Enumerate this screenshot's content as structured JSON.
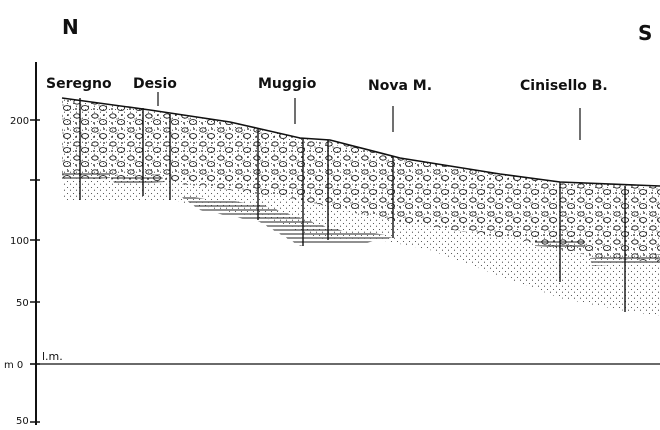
{
  "directions": {
    "north": "N",
    "south": "S"
  },
  "towns": [
    {
      "key": "seregno",
      "label": "Seregno"
    },
    {
      "key": "desio",
      "label": "Desio"
    },
    {
      "key": "muggio",
      "label": "Muggio"
    },
    {
      "key": "nova",
      "label": "Nova M."
    },
    {
      "key": "cinisello",
      "label": "Cinisello B."
    }
  ],
  "elevation_axis": {
    "ticks": [
      {
        "key": "t200",
        "label": "200"
      },
      {
        "key": "t100",
        "label": "100"
      },
      {
        "key": "t50",
        "label": "50"
      },
      {
        "key": "t0",
        "label": "m 0"
      },
      {
        "key": "tm50",
        "label": "50"
      }
    ]
  },
  "sea_level_label": "l.m.",
  "colors": {
    "ink": "#111111",
    "paper": "#ffffff"
  }
}
